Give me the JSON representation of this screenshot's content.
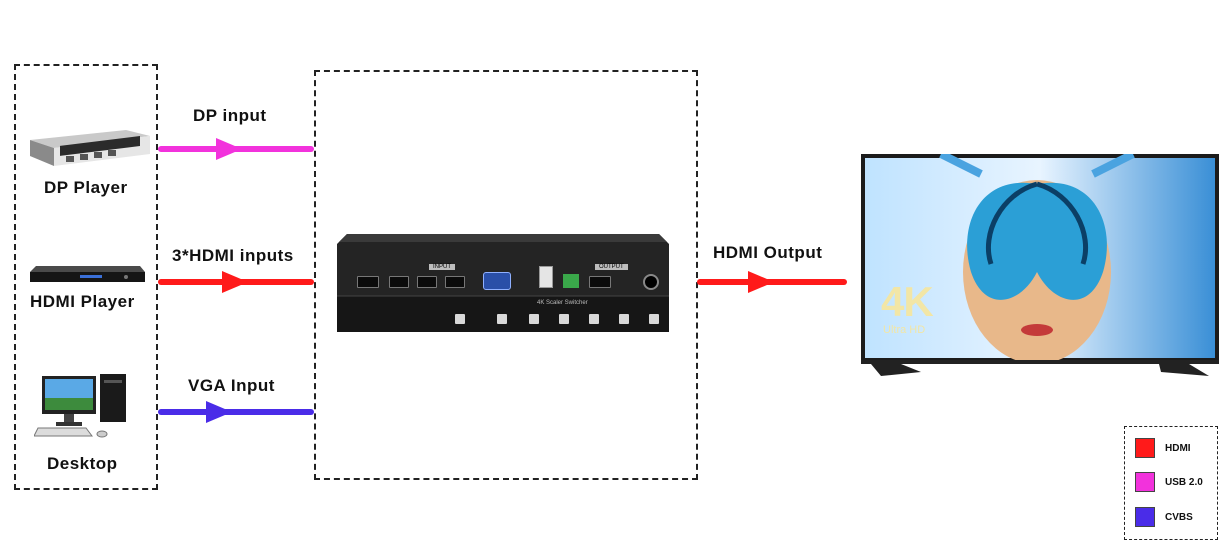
{
  "sources": [
    {
      "label": "DP Player"
    },
    {
      "label": "HDMI Player"
    },
    {
      "label": "Desktop"
    }
  ],
  "connections": {
    "dp": {
      "label": "DP input",
      "color": "#f232dc"
    },
    "hdmi_in": {
      "label": "3*HDMI inputs",
      "color": "#ff1a1a"
    },
    "vga": {
      "label": "VGA Input",
      "color": "#4a2ce8"
    },
    "hdmi_out": {
      "label": "HDMI Output",
      "color": "#ff1a1a"
    }
  },
  "device": {
    "front_label": "4K Scaler Switcher",
    "input_tag": "INPUT",
    "output_tag": "OUTPUT"
  },
  "display": {
    "badge_big": "4K",
    "badge_small": "Ultra HD"
  },
  "legend": [
    {
      "label": "HDMI",
      "color": "#ff1a1a"
    },
    {
      "label": "USB 2.0",
      "color": "#f232dc"
    },
    {
      "label": "CVBS",
      "color": "#4a2ce8"
    }
  ]
}
